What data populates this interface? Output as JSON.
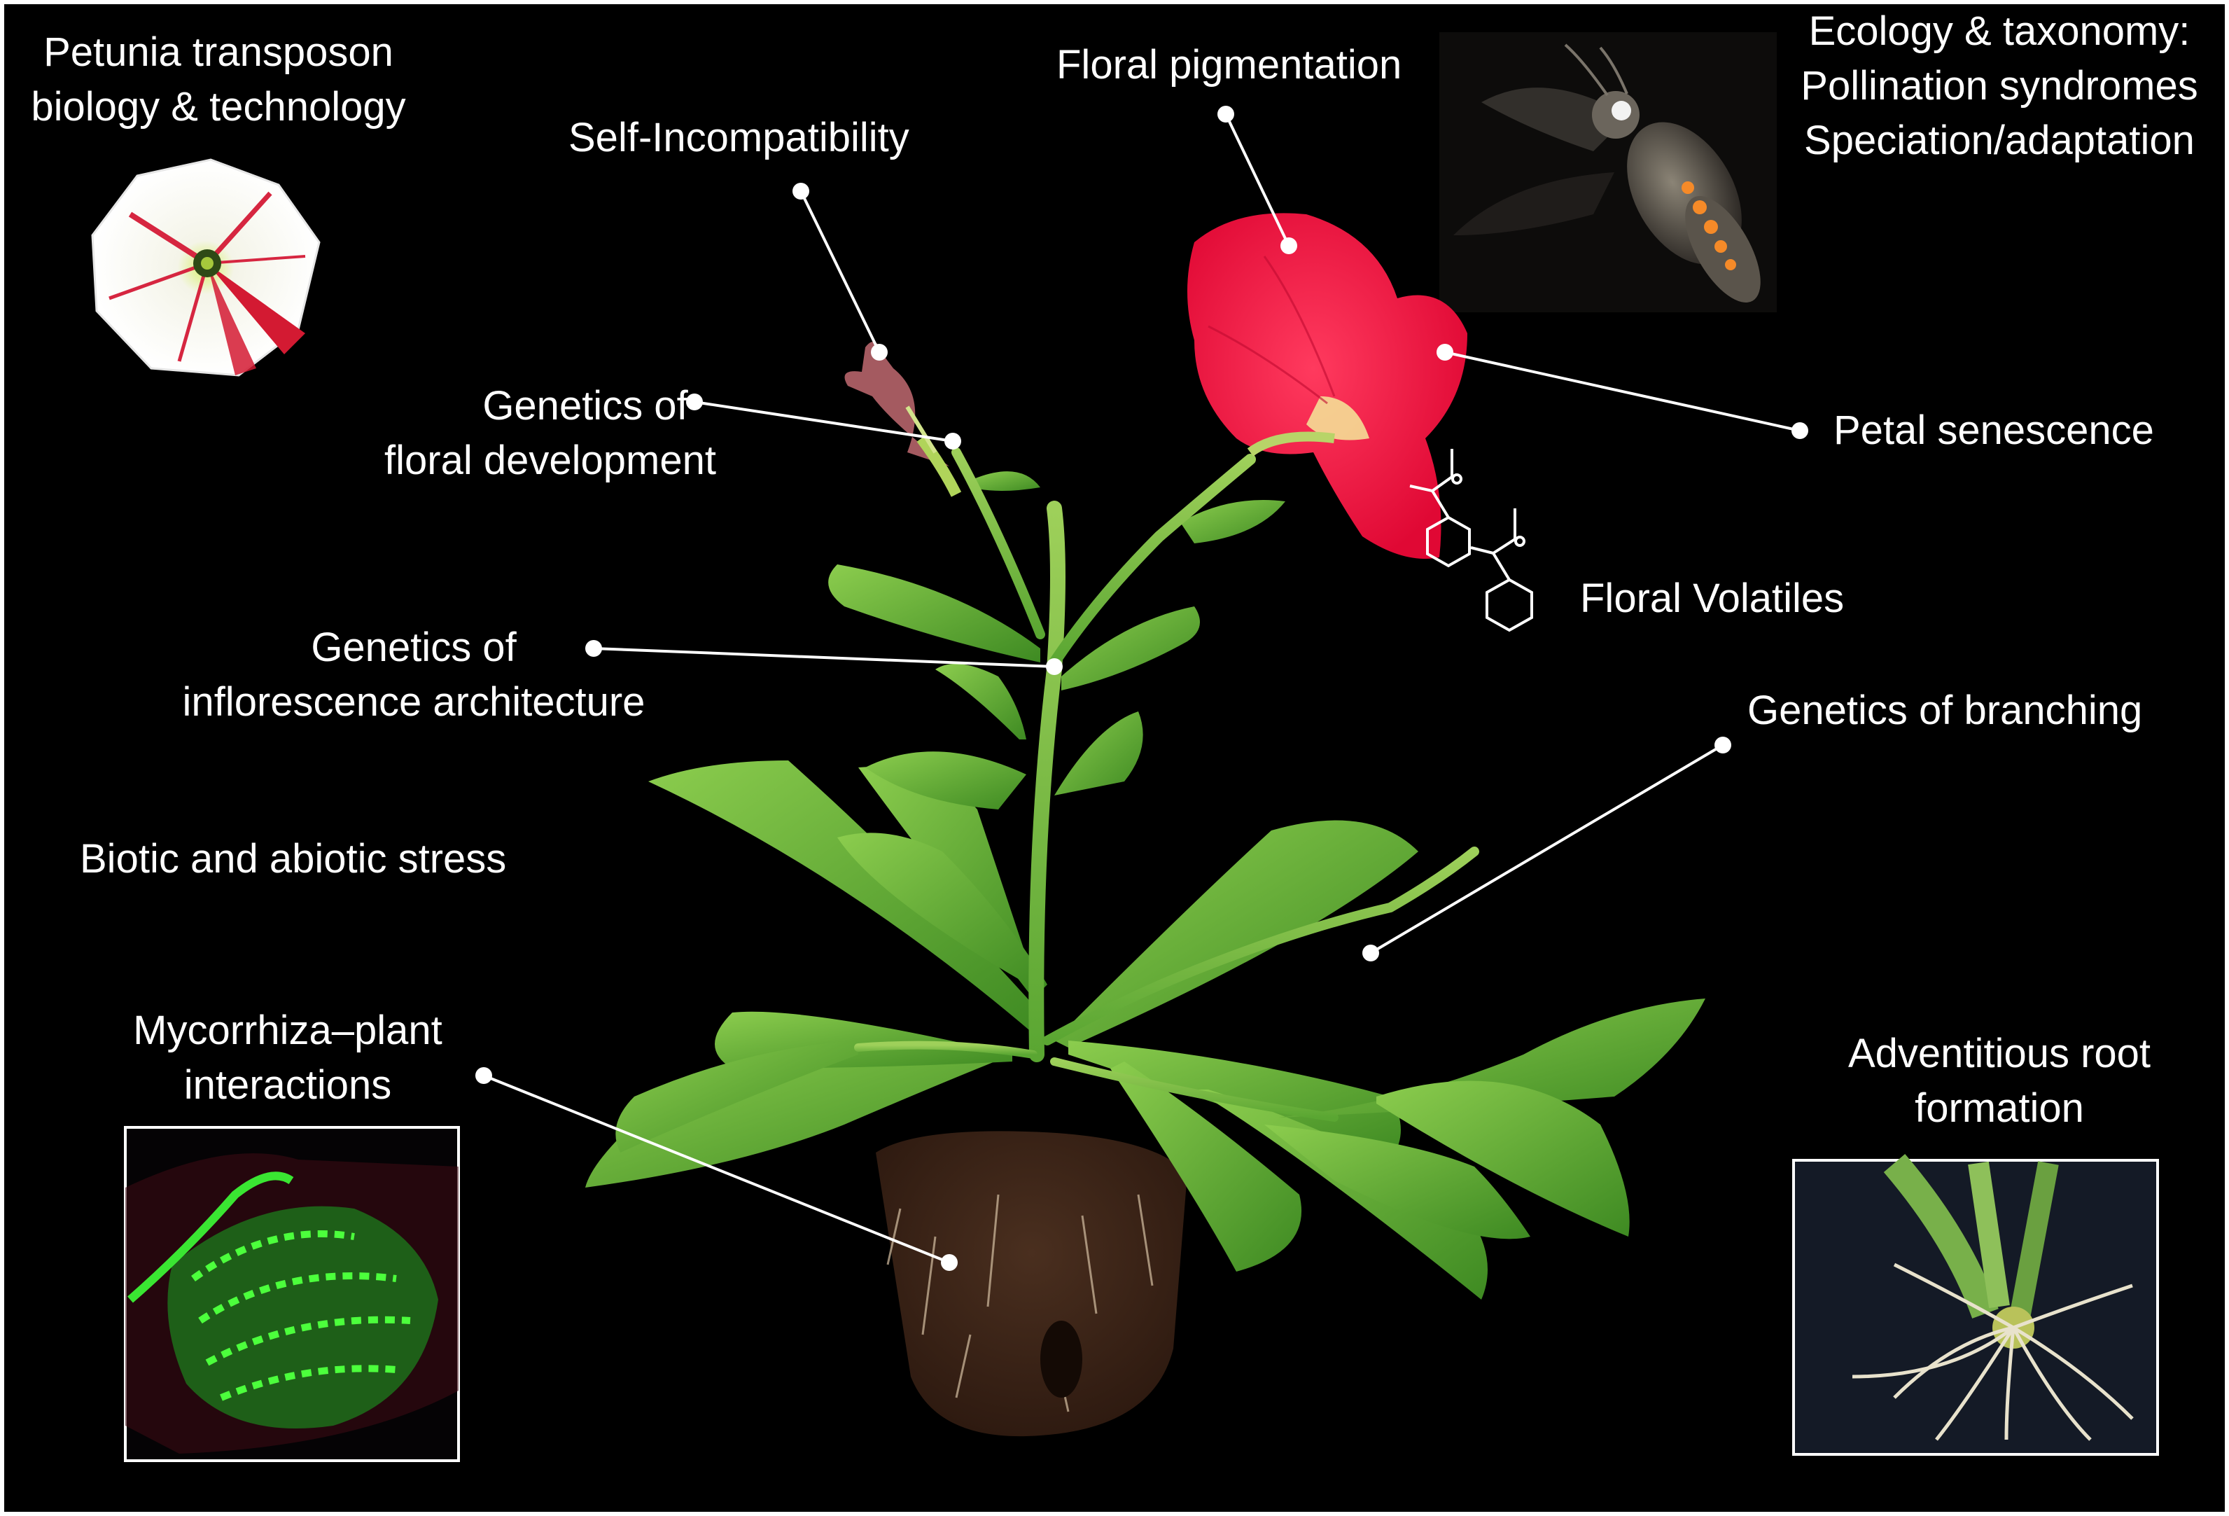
{
  "labels": {
    "transposon": [
      "Petunia transposon",
      "biology & technology"
    ],
    "self_incompatibility": "Self-Incompatibility",
    "floral_pigmentation": "Floral pigmentation",
    "ecology": [
      "Ecology & taxonomy:",
      "Pollination syndromes",
      "Speciation/adaptation"
    ],
    "floral_development": [
      "Genetics of",
      "floral development"
    ],
    "petal_senescence": "Petal senescence",
    "floral_volatiles": "Floral Volatiles",
    "inflorescence": [
      "Genetics of",
      "inflorescence architecture"
    ],
    "branching": "Genetics of branching",
    "stress": "Biotic and abiotic stress",
    "mycorrhiza": [
      "Mycorrhiza–plant",
      "interactions"
    ],
    "adventitious_root": [
      "Adventitious root",
      "formation"
    ]
  },
  "colors": {
    "background": "#000000",
    "text": "#ffffff",
    "leaf": "#5aa632",
    "leaf_light": "#8ccd4e",
    "flower_red": "#f0103c",
    "soil": "#3b2418",
    "fluorescence": "#34e62a"
  }
}
